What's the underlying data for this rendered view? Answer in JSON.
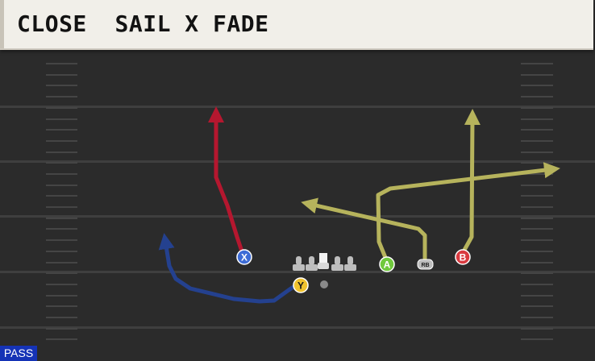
{
  "play": {
    "title": "CLOSE  SAIL X FADE",
    "type_badge": "PASS"
  },
  "colors": {
    "field": "#2b2b2b",
    "yard_line": "#3f3f3f",
    "hash_mark": "#454545",
    "route_x": "#b5172f",
    "route_y": "#24418f",
    "route_a": "#b6b35c",
    "route_b": "#b6b35c",
    "route_rb": "#b6b35c",
    "player_x": "#3d6cd6",
    "player_y": "#f0c22f",
    "player_a": "#70c93d",
    "player_b": "#d93a40",
    "player_rb": "#bdbdbd",
    "lineman": "#bdbdbd",
    "center": "#f2f2f2",
    "qb": "#8a8a8a"
  },
  "players": {
    "x": {
      "label": "X"
    },
    "y": {
      "label": "Y"
    },
    "a": {
      "label": "A"
    },
    "b": {
      "label": "B"
    },
    "rb": {
      "label": "RB"
    }
  }
}
